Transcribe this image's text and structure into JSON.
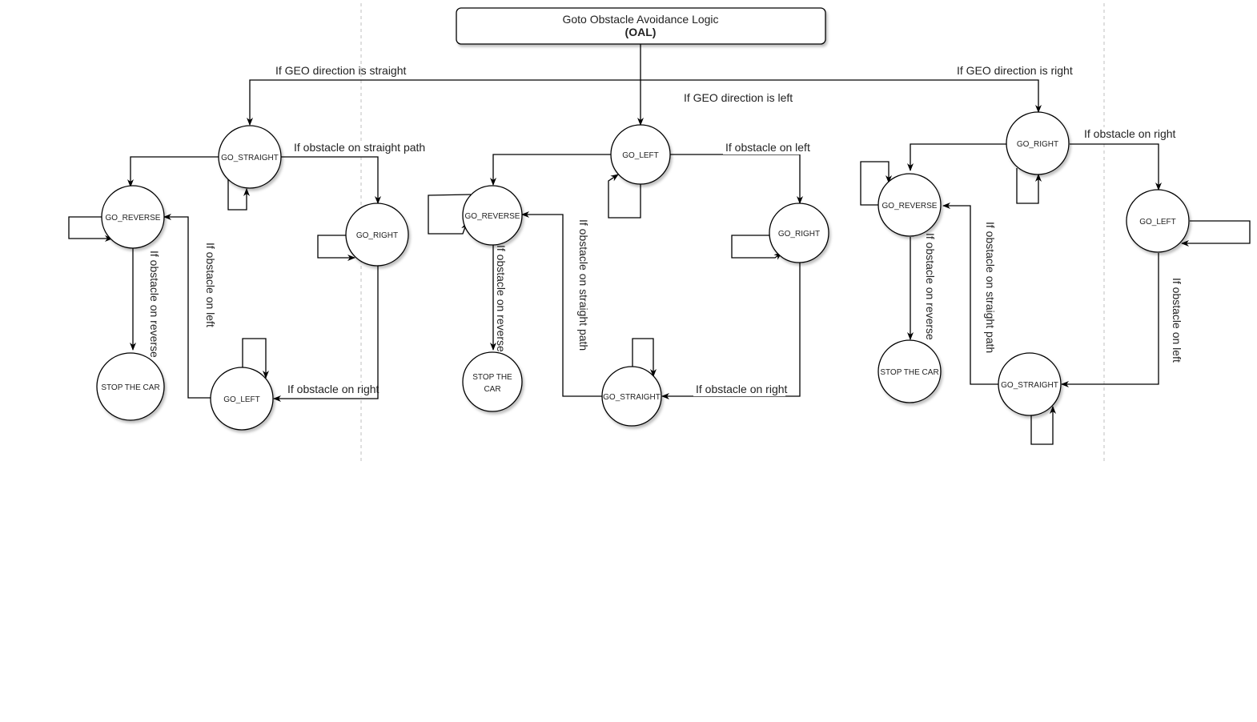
{
  "title": {
    "line1": "Goto Obstacle Avoidance Logic",
    "line2": "(OAL)"
  },
  "branch_labels": {
    "straight": "If GEO direction is straight",
    "left": "If GEO direction is left",
    "right": "If GEO direction is right"
  },
  "states": {
    "go_straight": "GO_STRAIGHT",
    "go_left": "GO_LEFT",
    "go_right": "GO_RIGHT",
    "go_reverse": "GO_REVERSE",
    "stop_car": "STOP THE CAR",
    "stop_line1": "STOP THE",
    "stop_line2": "CAR"
  },
  "conditions": {
    "straight_path": "If obstacle on straight path",
    "on_left": "If obstacle on left",
    "on_right": "If obstacle on right",
    "on_reverse": "If obstacle on reverse"
  }
}
